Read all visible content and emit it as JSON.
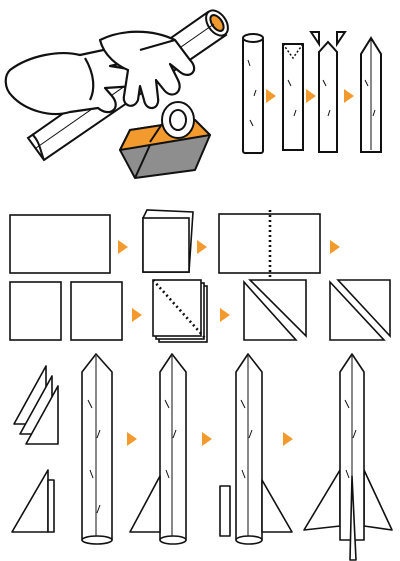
{
  "canvas": {
    "background": "#ffffff"
  },
  "colors": {
    "accent": "#f39a2e",
    "stroke": "#111111",
    "shadow": "#9a9a9a",
    "tape_body": "#8e8e8e"
  },
  "sections": [
    {
      "id": "roll-paper-into-tube",
      "icons": [
        "hands-rolling-tube-icon",
        "tape-dispenser-icon"
      ],
      "steps": 4
    },
    {
      "id": "cut-and-fold-paper",
      "steps": 8
    },
    {
      "id": "attach-fins",
      "steps": 4
    }
  ],
  "arrow_icon": "orange-triangle-arrow-icon"
}
